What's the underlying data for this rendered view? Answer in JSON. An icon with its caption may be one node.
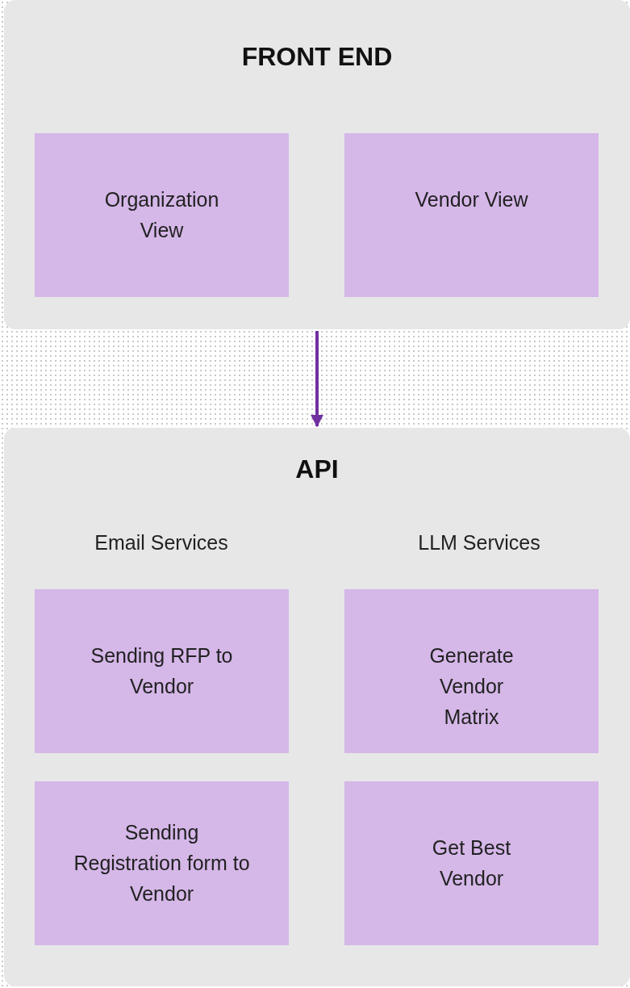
{
  "diagram": {
    "nodes": [
      {
        "text": [
          "FRONT END"
        ]
      },
      {
        "text": [
          "Organization View"
        ],
        "in": 0
      },
      {
        "text": [
          "Vendor View"
        ],
        "in": 0
      },
      {
        "text": [
          "API"
        ]
      },
      {
        "text": [
          "Sending RFP to Vendor"
        ],
        "in": 3
      },
      {
        "text": [
          "Generate Vendor Matrix"
        ],
        "in": 3
      },
      {
        "text": [
          "Sending Registration form to Vendor"
        ],
        "in": 3
      },
      {
        "text": [
          "Get Best Vendor"
        ],
        "in": 3
      }
    ],
    "edges": [
      {
        "from": 0,
        "to": 3,
        "arrow": "to",
        "color": "#7030a0"
      }
    ],
    "labels": [
      "Email Services",
      "LLM Services"
    ]
  }
}
